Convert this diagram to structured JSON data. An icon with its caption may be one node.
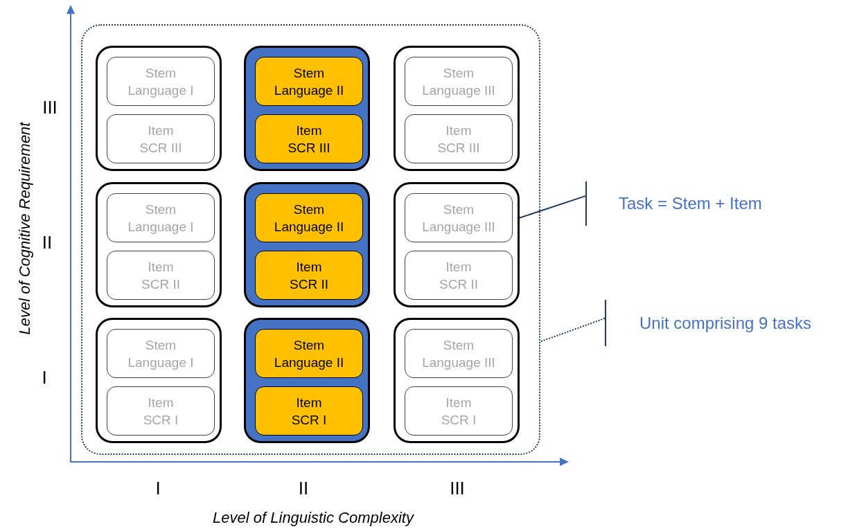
{
  "diagram": {
    "nodes": [
      {
        "text": [],
        "shape": "box"
      },
      {
        "text": [],
        "shape": "box",
        "in": 0
      },
      {
        "text": [
          "Stem Language I"
        ],
        "in": 1
      },
      {
        "text": [
          "Item SCR III"
        ],
        "in": 1
      },
      {
        "text": [],
        "shape": "box",
        "in": 0
      },
      {
        "text": [
          "Stem Language II"
        ],
        "in": 4
      },
      {
        "text": [
          "Item SCR III"
        ],
        "in": 4
      },
      {
        "text": [],
        "shape": "box",
        "in": 0
      },
      {
        "text": [
          "Stem Language III"
        ],
        "in": 7
      },
      {
        "text": [
          "Item SCR III"
        ],
        "in": 7
      },
      {
        "text": [],
        "shape": "box",
        "in": 0
      },
      {
        "text": [
          "Stem Language I"
        ],
        "in": 10
      },
      {
        "text": [
          "Item SCR II"
        ],
        "in": 10
      },
      {
        "text": [],
        "shape": "box",
        "in": 0
      },
      {
        "text": [
          "Stem Language II"
        ],
        "in": 13
      },
      {
        "text": [
          "Item SCR II"
        ],
        "in": 13
      },
      {
        "text": [],
        "shape": "box",
        "in": 0
      },
      {
        "text": [
          "Stem Language III"
        ],
        "in": 16
      },
      {
        "text": [
          "Item SCR II"
        ],
        "in": 16
      },
      {
        "text": [],
        "shape": "box",
        "in": 0
      },
      {
        "text": [
          "Stem Language I"
        ],
        "in": 19
      },
      {
        "text": [
          "Item SCR I"
        ],
        "in": 19
      },
      {
        "text": [],
        "shape": "box",
        "in": 0
      },
      {
        "text": [
          "Stem Language II"
        ],
        "in": 22
      },
      {
        "text": [
          "Item SCR I"
        ],
        "in": 22
      },
      {
        "text": [],
        "shape": "box",
        "in": 0
      },
      {
        "text": [
          "Stem Language III"
        ],
        "in": 25
      },
      {
        "text": [
          "Item SCR I"
        ],
        "in": 25
      },
      {
        "text": [
          "Task = Stem + Item"
        ]
      },
      {
        "text": [
          "Unit comprising 9 tasks"
        ]
      }
    ],
    "edges": [
      {
        "from": 28,
        "to": 16,
        "arrow": "none"
      },
      {
        "from": 29,
        "to": 0,
        "arrow": "none",
        "style": "dashed"
      }
    ],
    "labels": [
      "Level of Cognitive Requirement",
      "III",
      "II",
      "I",
      "I",
      "II",
      "III",
      "Level of Linguistic Complexity"
    ]
  }
}
